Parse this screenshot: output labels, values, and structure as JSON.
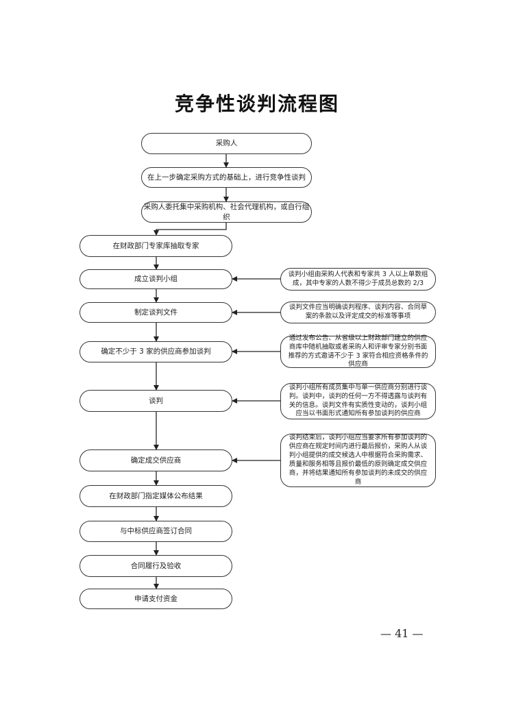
{
  "title": "竞争性谈判流程图",
  "steps": {
    "s1": "采购人",
    "s2": "在上一步确定采购方式的基础上，进行竞争性谈判",
    "s3": "采购人委托集中采购机构、社会代理机构，或自行组织",
    "s4": "在财政部门专家库抽取专家",
    "s5": "成立谈判小组",
    "s6": "制定谈判文件",
    "s7": "确定不少于 3 家的供应商参加谈判",
    "s8": "谈判",
    "s9": "确定成交供应商",
    "s10": "在财政部门指定媒体公布结果",
    "s11": "与中标供应商签订合同",
    "s12": "合同履行及验收",
    "s13": "申请支付资金"
  },
  "notes": {
    "n1": "谈判小组由采购人代表和专家共 3 人以上单数组成，其中专家的人数不得少于成员总数的 2/3",
    "n2": "谈判文件应当明确谈判程序、谈判内容、合同草案的条款以及评定成交的标准等事项",
    "n3": "通过发布公告、从省级以上财政部门建立的供应商库中随机抽取或者采购人和评审专家分别书面推荐的方式邀请不少于 3 家符合相应资格条件的供应商",
    "n4": "谈判小组所有成员集中与单一供应商分别进行谈判。谈判中，谈判的任何一方不得透露与谈判有关的信息。谈判文件有实质性变动的，谈判小组应当以书面形式通知所有参加谈判的供应商",
    "n5": "谈判结束后，谈判小组应当要求所有参加谈判的供应商在规定时间内进行最后报价，采购人从谈判小组提供的成交候选人中根据符合采购需求、质量和服务相等且报价最低的原则确定成交供应商，并将结果通知所有参加谈判的未成交的供应商"
  },
  "page_number": "— 41 —"
}
